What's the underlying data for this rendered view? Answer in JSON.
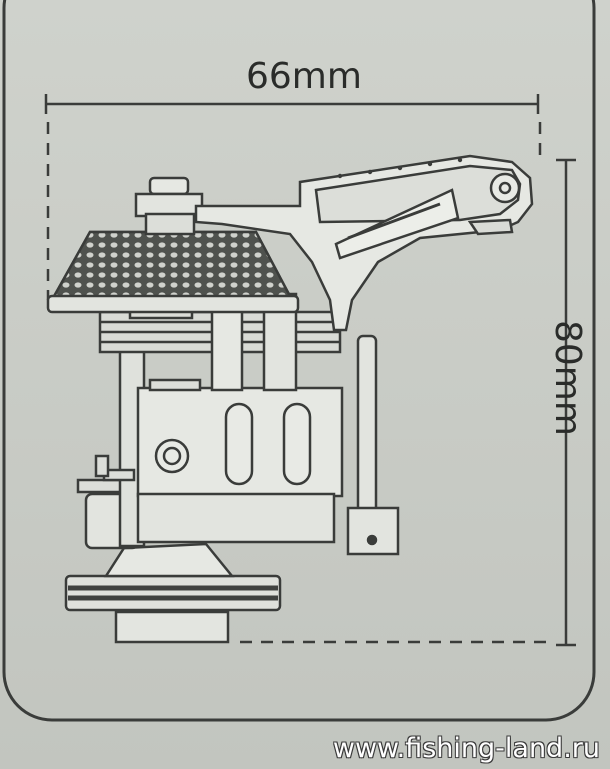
{
  "diagram": {
    "width_label": "66mm",
    "height_label": "80mm"
  },
  "watermark": {
    "text": "www.fishing-land.ru"
  },
  "colors": {
    "background": "#c9ccc6",
    "ink": "#2a2c2a",
    "metal_light": "#e2e4df",
    "metal_dark": "#555855"
  }
}
